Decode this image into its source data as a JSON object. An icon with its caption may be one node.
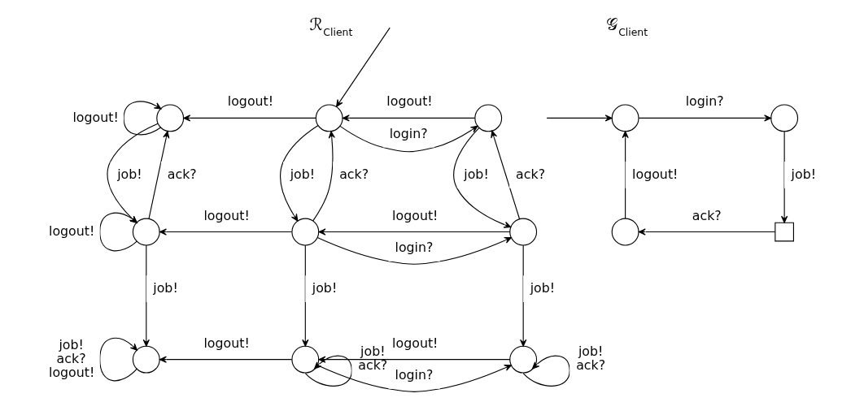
{
  "diagram": {
    "nodes": [
      {
        "text": [],
        "shape": "circle"
      },
      {
        "text": [],
        "shape": "circle"
      },
      {
        "text": [],
        "shape": "circle"
      },
      {
        "text": [],
        "shape": "circle"
      },
      {
        "text": [],
        "shape": "circle"
      },
      {
        "text": [],
        "shape": "circle"
      },
      {
        "text": [],
        "shape": "circle"
      },
      {
        "text": [],
        "shape": "circle"
      },
      {
        "text": [],
        "shape": "circle"
      },
      {
        "text": [],
        "shape": "circle"
      },
      {
        "text": [],
        "shape": "circle"
      },
      {
        "text": [],
        "shape": "circle"
      },
      {
        "text": [],
        "shape": "box"
      }
    ],
    "edges": [
      {
        "from": null,
        "to": 1,
        "arrow": "to"
      },
      {
        "from": 1,
        "to": 0,
        "label": "logout!",
        "arrow": "to"
      },
      {
        "from": 0,
        "to": 0,
        "label": "logout!",
        "arrow": "to"
      },
      {
        "from": 1,
        "to": 2,
        "label": "login?",
        "arrow": "to"
      },
      {
        "from": 2,
        "to": 1,
        "label": "logout!",
        "arrow": "to"
      },
      {
        "from": 3,
        "to": 0,
        "label": "ack?",
        "arrow": "to"
      },
      {
        "from": 0,
        "to": 3,
        "label": "job!",
        "arrow": "to"
      },
      {
        "from": 4,
        "to": 1,
        "label": "ack?",
        "arrow": "to"
      },
      {
        "from": 1,
        "to": 4,
        "label": "job!",
        "arrow": "to"
      },
      {
        "from": 5,
        "to": 2,
        "label": "ack?",
        "arrow": "to"
      },
      {
        "from": 2,
        "to": 5,
        "label": "job!",
        "arrow": "to"
      },
      {
        "from": 4,
        "to": 3,
        "label": "logout!",
        "arrow": "to"
      },
      {
        "from": 3,
        "to": 3,
        "label": "logout!",
        "arrow": "to"
      },
      {
        "from": 4,
        "to": 5,
        "label": "login?",
        "arrow": "to"
      },
      {
        "from": 5,
        "to": 4,
        "label": "logout!",
        "arrow": "to"
      },
      {
        "from": 3,
        "to": 6,
        "label": "job!",
        "arrow": "to"
      },
      {
        "from": 4,
        "to": 7,
        "label": "job!",
        "arrow": "to"
      },
      {
        "from": 5,
        "to": 8,
        "label": "job!",
        "arrow": "to"
      },
      {
        "from": 7,
        "to": 6,
        "label": "logout!",
        "arrow": "to"
      },
      {
        "from": 7,
        "to": 8,
        "label": "login?",
        "arrow": "to"
      },
      {
        "from": 8,
        "to": 7,
        "label": "logout!",
        "arrow": "to"
      },
      {
        "from": 6,
        "to": 6,
        "label": "job! ack? logout!",
        "arrow": "to"
      },
      {
        "from": 7,
        "to": 7,
        "label": "job! ack?",
        "arrow": "to"
      },
      {
        "from": 8,
        "to": 8,
        "label": "job! ack?",
        "arrow": "to"
      },
      {
        "from": null,
        "to": 9,
        "arrow": "to"
      },
      {
        "from": 9,
        "to": 10,
        "label": "login?",
        "arrow": "to"
      },
      {
        "from": 10,
        "to": 12,
        "label": "job!",
        "arrow": "to"
      },
      {
        "from": 12,
        "to": 11,
        "label": "ack?",
        "arrow": "to"
      },
      {
        "from": 11,
        "to": 9,
        "label": "logout!",
        "arrow": "to"
      }
    ],
    "labels": [
      "ℛ$_{Client}$",
      "𝒢$_{Client}$"
    ]
  }
}
